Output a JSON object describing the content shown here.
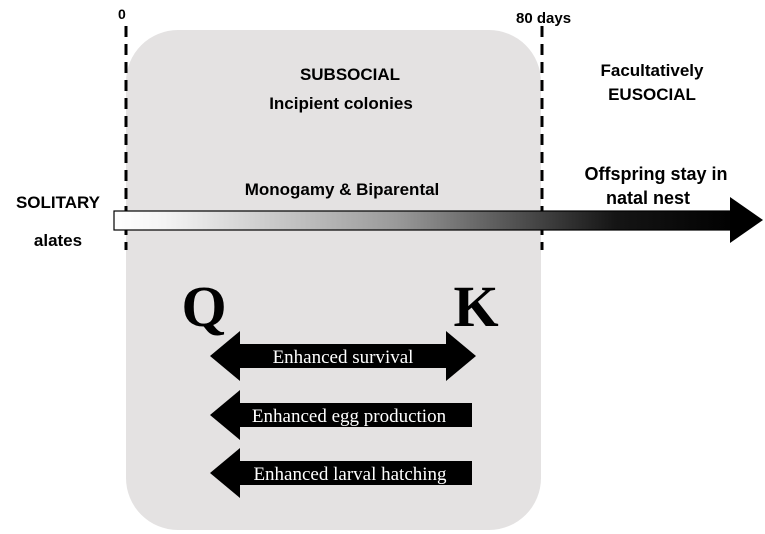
{
  "timeline": {
    "start_label": "0",
    "end_label": "80 days"
  },
  "phases": {
    "solitary": {
      "line1": "SOLITARY",
      "line2": "alates"
    },
    "subsocial": {
      "line1": "SUBSOCIAL",
      "line2": "Incipient colonies"
    },
    "eusocial": {
      "line1": "Facultatively",
      "line2": "EUSOCIAL"
    }
  },
  "arrow": {
    "label": "Monogamy & Biparental",
    "right_line1": "Offspring stay in",
    "right_line2": "natal nest"
  },
  "roles": {
    "queen": "Q",
    "king": "K"
  },
  "benefits": [
    {
      "label": "Enhanced survival",
      "direction": "both"
    },
    {
      "label": "Enhanced egg production",
      "direction": "left"
    },
    {
      "label": "Enhanced larval hatching",
      "direction": "left"
    }
  ],
  "colors": {
    "panel": "#e4e2e2",
    "ink": "#000000",
    "arrow_text": "#ffffff"
  }
}
